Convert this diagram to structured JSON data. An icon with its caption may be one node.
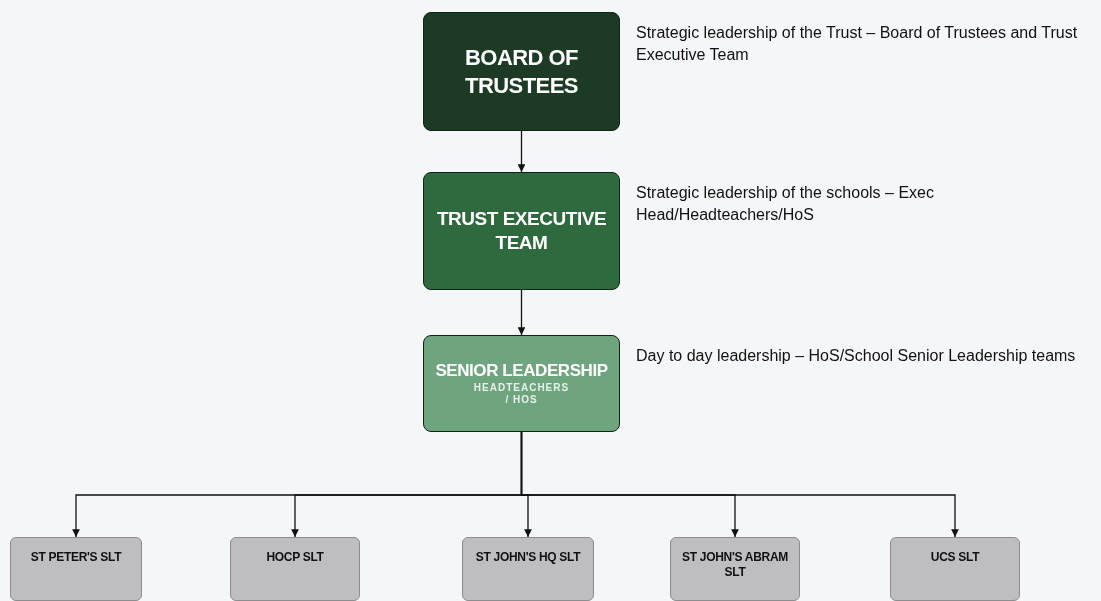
{
  "diagram": {
    "nodes": [
      {
        "text": [
          "BOARD OF TRUSTEES"
        ],
        "beside": [
          "Strategic leadership of the Trust – Board of Trustees and Trust Executive Team"
        ]
      },
      {
        "text": [
          "TRUST EXECUTIVE TEAM"
        ],
        "beside": [
          "Strategic leadership of the schools – Exec Head/Headteachers/HoS"
        ]
      },
      {
        "text": [
          "SENIOR LEADERSHIP",
          "HEADTEACHERS / HOS"
        ],
        "beside": [
          "Day to day leadership – HoS/School Senior Leadership teams"
        ]
      },
      {
        "text": [
          "ST PETER'S SLT"
        ]
      },
      {
        "text": [
          "HOCP SLT"
        ]
      },
      {
        "text": [
          "ST JOHN'S HQ SLT"
        ]
      },
      {
        "text": [
          "ST JOHN'S ABRAM SLT"
        ]
      },
      {
        "text": [
          "UCS SLT"
        ]
      }
    ],
    "edges": [
      {
        "from": 0,
        "to": 1,
        "arrow": "to"
      },
      {
        "from": 1,
        "to": 2,
        "arrow": "to"
      },
      {
        "from": 2,
        "to": 3,
        "arrow": "to"
      },
      {
        "from": 2,
        "to": 4,
        "arrow": "to"
      },
      {
        "from": 2,
        "to": 5,
        "arrow": "to"
      },
      {
        "from": 2,
        "to": 6,
        "arrow": "to"
      },
      {
        "from": 2,
        "to": 7,
        "arrow": "to"
      }
    ]
  }
}
